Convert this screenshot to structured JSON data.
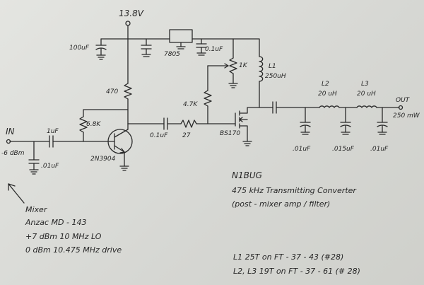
{
  "supply": "13.8V",
  "components": {
    "c_bulk": "100uF",
    "reg": "7805",
    "c_reg": "0.1uF",
    "r_drain": "1K",
    "l1": "L1",
    "l1_val": "250uH",
    "r_collector": "470",
    "r_gate": "4.7K",
    "r_bias": "6.8K",
    "c_in": "1uF",
    "c_in_shunt": ".01uF",
    "c_couple": "0.1uF",
    "r_series": "27",
    "q1": "2N3904",
    "q2": "BS170",
    "l2": "L2",
    "l2_val": "20 uH",
    "l3": "L3",
    "l3_val": "20 uH",
    "c_f1": ".01uF",
    "c_f2": ".015uF",
    "c_f3": ".01uF"
  },
  "ports": {
    "in_label": "IN",
    "in_level": "-6 dBm",
    "out_label": "OUT",
    "out_level": "250 mW"
  },
  "title": {
    "callsign": "N1BUG",
    "line1": "475 kHz  Transmitting  Converter",
    "line2": "(post - mixer amp / filter)"
  },
  "mixer": {
    "heading": "Mixer",
    "model": "Anzac  MD - 143",
    "lo": "+7 dBm  10 MHz LO",
    "drive": "0 dBm  10.475 MHz drive"
  },
  "coils": {
    "l1_line": "L1        25T    on  FT - 37 - 43  (#28)",
    "l23_line": "L2, L3  19T    on  FT - 37 - 61  (# 28)"
  }
}
